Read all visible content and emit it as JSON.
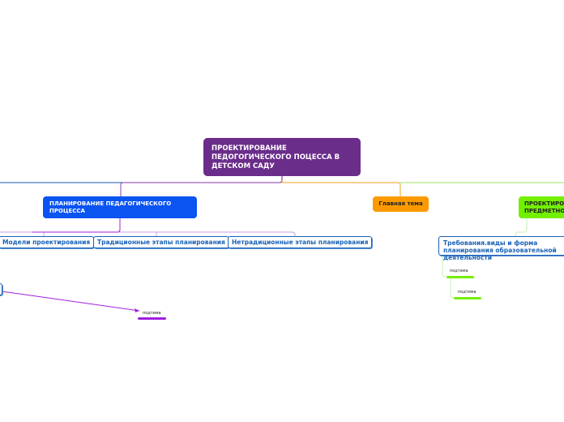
{
  "diagram": {
    "root": {
      "text": "ПРОЕКТИРОВАНИЕ ПЕДОГОГИЧЕСКОГО ПОЦЕССА В ДЕТСКОМ САДУ",
      "color": "#6a2d8a"
    },
    "topics": {
      "planning": {
        "text": "ПЛАНИРОВАНИЕ ПЕДАГОГИЧЕСКОГО ПРОЦЕССА",
        "color": "#0a54f2"
      },
      "main_topic": {
        "text": "Главная тема",
        "color": "#fb9a00"
      },
      "design_subject": {
        "text": "ПРОЕКТИРОВАНИЕ ПРЕДМЕТНО",
        "color": "#73f000"
      }
    },
    "subtopics": {
      "models": "Модели проектирования",
      "traditional": "Традиционные этапы планирования",
      "nontraditional": "Нетрадиционные этапы планирования",
      "requirements": "Требования.виды и форма планирования образовательной деятельности"
    },
    "leaves": {
      "leaf_purple": {
        "text": "подтема",
        "color": "#a020e0"
      },
      "leaf_green_1": {
        "text": "подтема",
        "color": "#73f000"
      },
      "leaf_green_2": {
        "text": "подтема",
        "color": "#73f000"
      }
    },
    "link_colors": {
      "purple": "#8a3aa8",
      "teal": "#1a5ea8",
      "orange": "#f0a020",
      "green": "#9fe060",
      "lilac": "#c8a0e0"
    }
  }
}
